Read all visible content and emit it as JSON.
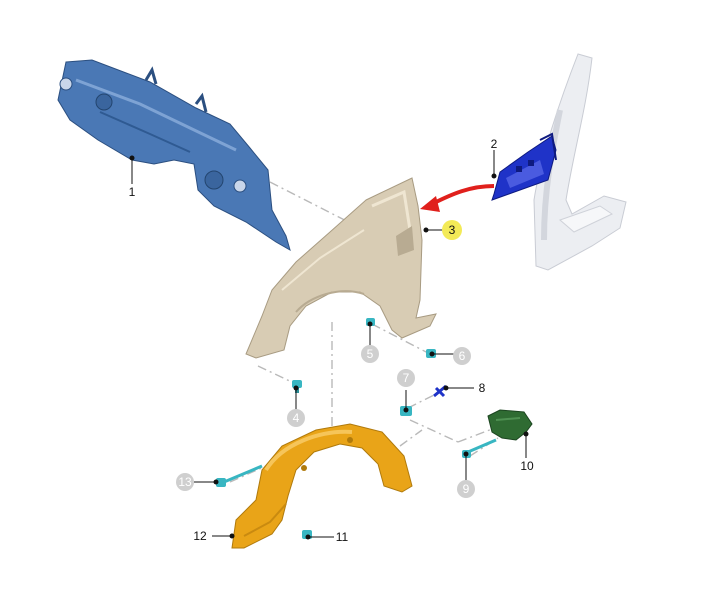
{
  "callouts": {
    "c1": "1",
    "c2": "2",
    "c3": "3",
    "c4": "4",
    "c5": "5",
    "c6": "6",
    "c7": "7",
    "c8": "8",
    "c9": "9",
    "c10": "10",
    "c11": "11",
    "c12": "12",
    "c13": "13"
  },
  "highlighted_callout": "3",
  "colors": {
    "dash_panel": "#4a78b5",
    "a_pillar_bracket": "#1f33c8",
    "body_frame": "#e9eaee",
    "front_fender": "#d8ccb4",
    "fender_liner": "#e9a418",
    "fasteners": "#38b6c2",
    "bracket_10": "#2f6b32",
    "highlight": "#f3ea57",
    "dim_badge": "#cfcfcf",
    "arrow": "#e0201c"
  }
}
